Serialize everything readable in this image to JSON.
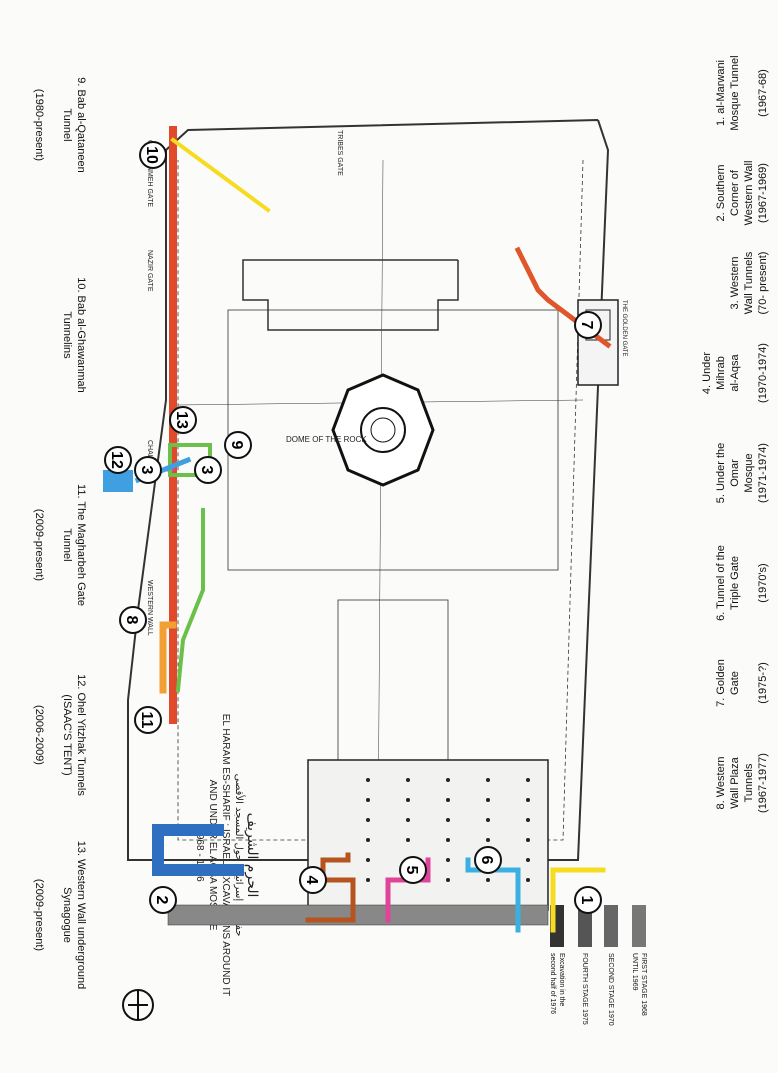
{
  "title": {
    "arabic": "الحرم الشريف",
    "arabic_sub": "حفريات إسرائيلية حول المسجد الأقصى",
    "english": "EL HARAM ES-SHARIF : ISRAELI EXCAVATIONS AROUND IT",
    "english_sub": "AND UNDER EL AQSA MOSQUE",
    "years": "1968 - 1976"
  },
  "legend_left": [
    {
      "id": "1",
      "text": "1. al-Marwani\nMosque Tunnel\n\n(1967-68)"
    },
    {
      "id": "2",
      "text": "2. Southern\nCorner of\nWestern Wall\n(1967-1969)"
    },
    {
      "id": "3",
      "text": "3. Western\nWall Tunnels\n(70- present)"
    },
    {
      "id": "4",
      "text": "4. Under\nMihrab\nal-Aqsa\n\n(1970-1974)"
    },
    {
      "id": "5",
      "text": "5. Under the\nOmar\nMosque\n(1971-1974)"
    },
    {
      "id": "6",
      "text": "6. Tunnel of the\nTriple Gate\n\n(1970's)"
    },
    {
      "id": "7",
      "text": "7. Golden\nGate\n\n(1975-?)"
    },
    {
      "id": "8",
      "text": "8. Western\nWall Plaza\nTunnels\n(1967-1977)"
    }
  ],
  "legend_bottom": [
    {
      "id": "9",
      "text": "9. Bab al-Qataneen\nTunnel\n\n(1980-present)"
    },
    {
      "id": "10",
      "text": "10. Bab al-Ghawanmah\nTunnelins"
    },
    {
      "id": "11",
      "text": "11. The Magharbeh Gate\nTunnel\n\n(2009-present)"
    },
    {
      "id": "12",
      "text": "12. Ohel Yitzhak Tunnels\n(ISAAC'S TENT)\n\n(2006-2009)"
    },
    {
      "id": "13",
      "text": "13. Western Wall underground\nSynagogue\n\n(2009-present)"
    }
  ],
  "key": [
    {
      "label": "FIRST STAGE 1968\nUNTIL 1969",
      "color": "#777777"
    },
    {
      "label": "SECOND STAGE 1970",
      "color": "#666666"
    },
    {
      "label": "FOURTH STAGE 1975",
      "color": "#555555"
    },
    {
      "label": "Excavation in the\nsecond half of 1976",
      "color": "#333333"
    }
  ],
  "map_labels": {
    "dome": "DOME OF THE ROCK",
    "golden_gate": "THE GOLDEN GATE",
    "chain_gate": "CHAIN GATE",
    "western_wall": "WESTERN WALL",
    "nazir_gate": "NAZIR GATE",
    "ghawanmeh_gate": "GHAWANMEH GATE",
    "tribes_gate": "TRIBES GATE"
  },
  "markers": [
    "1",
    "2",
    "3",
    "3",
    "4",
    "5",
    "6",
    "7",
    "8",
    "9",
    "10",
    "11",
    "12",
    "13"
  ],
  "colors": {
    "yellow": "#f5dc20",
    "blue": "#2f6fbf",
    "cyan": "#3ab0e2",
    "magenta": "#e0449a",
    "brown": "#b5541e",
    "orange": "#e0562a",
    "red": "#e04a2a",
    "green": "#6ac04a",
    "orange8": "#f2a033",
    "lightblue": "#3f9fe0"
  }
}
